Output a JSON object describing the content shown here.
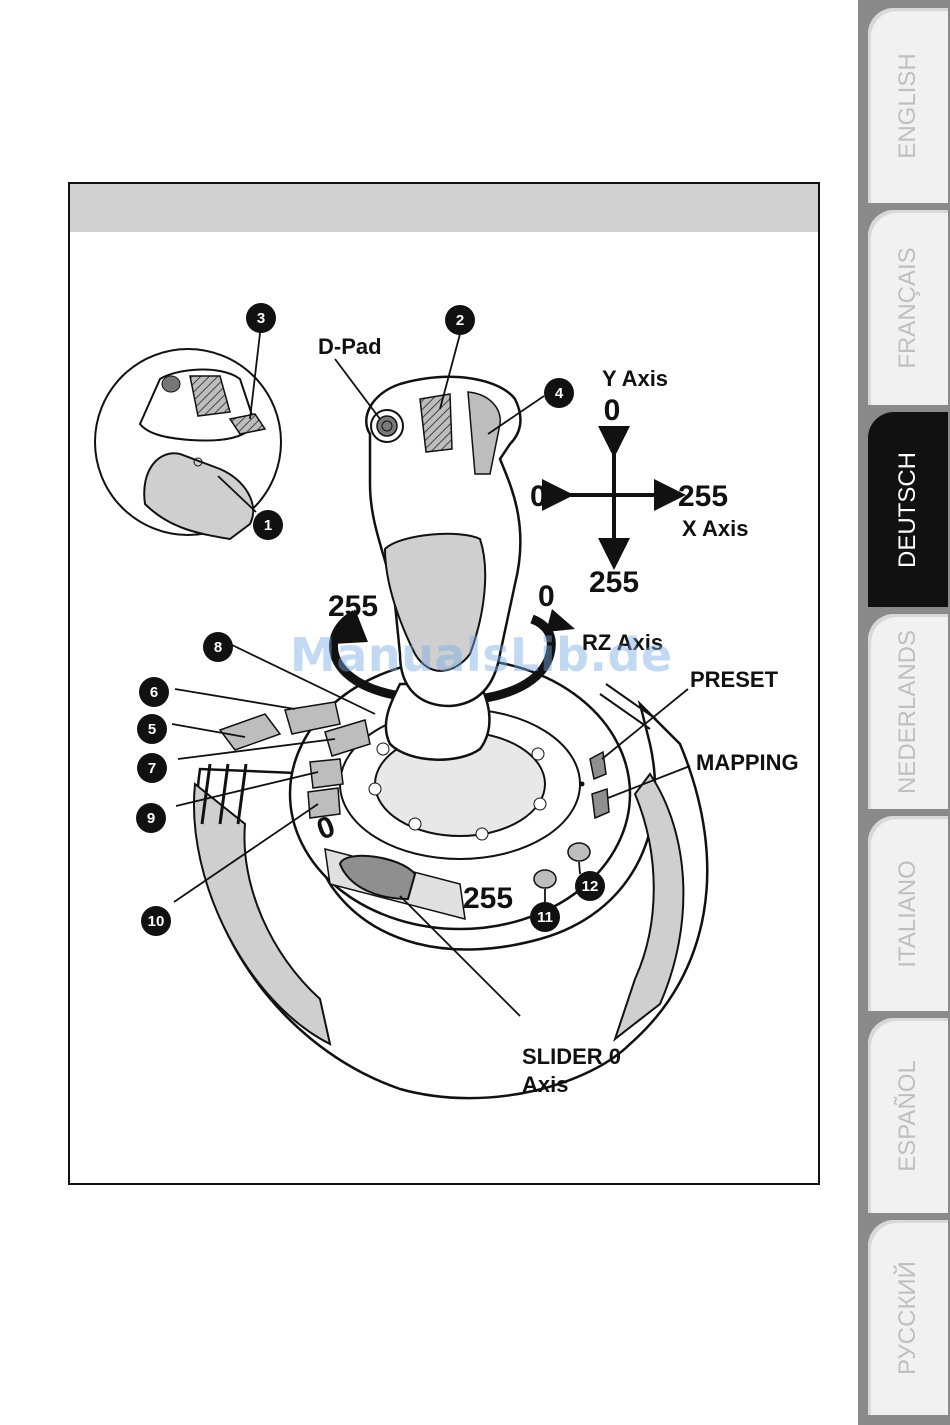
{
  "figure": {
    "labels": {
      "dpad": "D-Pad",
      "y_axis": "Y Axis",
      "x_axis": "X Axis",
      "rz_axis": "RZ Axis",
      "preset": "PRESET",
      "mapping": "MAPPING",
      "slider_line1": "SLIDER 0",
      "slider_line2": "Axis",
      "y_top": "0",
      "y_bottom": "255",
      "x_left": "0",
      "x_right": "255",
      "rz_left": "255",
      "rz_right": "0",
      "slider_min": "0",
      "slider_max": "255"
    },
    "callouts": [
      "1",
      "2",
      "3",
      "4",
      "5",
      "6",
      "7",
      "8",
      "9",
      "10",
      "11",
      "12"
    ]
  },
  "watermark": "ManualsLib.de",
  "language_tabs": [
    {
      "label": "ENGLISH",
      "active": false
    },
    {
      "label": "FRANÇAIS",
      "active": false
    },
    {
      "label": "DEUTSCH",
      "active": true
    },
    {
      "label": "NEDERLANDS",
      "active": false
    },
    {
      "label": "ITALIANO",
      "active": false
    },
    {
      "label": "ESPAÑOL",
      "active": false
    },
    {
      "label": "РУССКИЙ",
      "active": false
    }
  ]
}
